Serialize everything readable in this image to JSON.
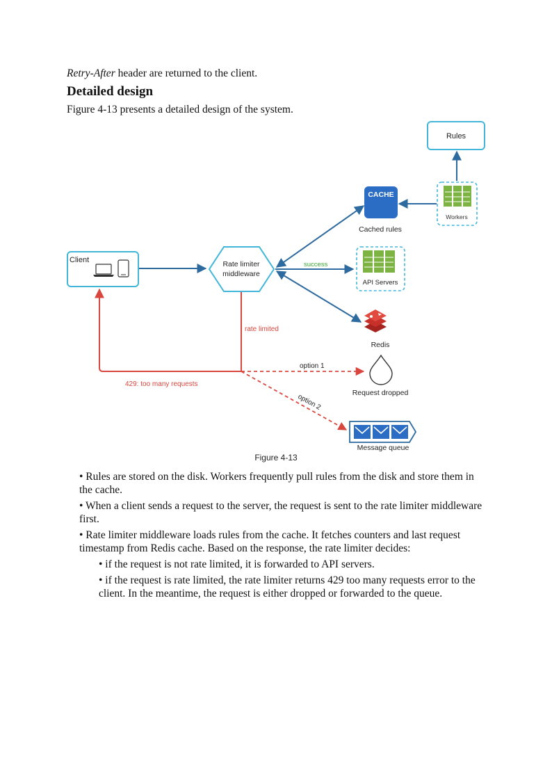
{
  "intro": {
    "italic": "Retry-After",
    "rest": " header are returned to the client."
  },
  "heading": "Detailed design",
  "figure_intro": "Figure 4-13 presents a detailed design of the system.",
  "diagram": {
    "rules_label": "Rules",
    "cache_label": "CACHE",
    "cached_rules_label": "Cached rules",
    "workers_label": "Workers",
    "client_label": "Client",
    "rate_limiter_line1": "Rate limiter",
    "rate_limiter_line2": "middleware",
    "success_label": "success",
    "api_servers_label": "API Servers",
    "redis_label": "Redis",
    "rate_limited_label": "rate limited",
    "too_many_label": "429: too many requests",
    "option1_label": "option 1",
    "option2_label": "option 2",
    "request_dropped_label": "Request dropped",
    "message_queue_label": "Message queue",
    "caption": "Figure 4-13",
    "colors": {
      "box_border": "#41b6d8",
      "arrow": "#2d6a9f",
      "red": "#d9463e",
      "green": "#7cb342",
      "cache_blue": "#2b6cc4",
      "redis_red": "#c8302a"
    }
  },
  "bullets": [
    "• Rules are stored on the disk. Workers frequently pull rules from the disk and store them in the cache.",
    "• When a client sends a request to the server, the request is sent to the rate limiter middleware first.",
    "• Rate limiter middleware loads rules from the cache. It fetches counters and last request timestamp from Redis cache. Based on the response, the rate limiter decides:",
    "• if the request is not rate limited, it is forwarded to API servers.",
    "• if the request is rate limited, the rate limiter returns 429 too many requests error to the client. In the meantime, the request is either dropped or forwarded to the queue."
  ]
}
